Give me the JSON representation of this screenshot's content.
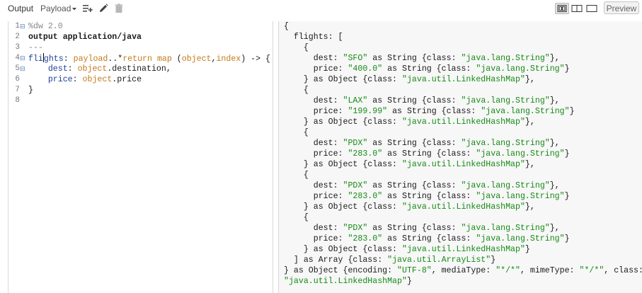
{
  "toolbar": {
    "output_label": "Output",
    "payload_label": "Payload",
    "preview_label": "Preview",
    "icons": [
      "caret-down-icon",
      "add-list-icon",
      "pencil-icon",
      "trash-icon",
      "layout-split-icon",
      "layout-columns-icon",
      "layout-single-icon"
    ]
  },
  "editor": {
    "lines": [
      {
        "num": "1",
        "fold": true,
        "parts": [
          {
            "t": "%dw 2.0",
            "c": "kw-comment"
          }
        ]
      },
      {
        "num": "2",
        "fold": false,
        "parts": [
          {
            "t": "output application/java",
            "c": "kw-dark"
          }
        ]
      },
      {
        "num": "3",
        "fold": false,
        "parts": [
          {
            "t": "---",
            "c": "kw-comment"
          }
        ]
      },
      {
        "num": "4",
        "fold": true,
        "parts": [
          {
            "t": "fli",
            "c": "kw-key"
          },
          {
            "t": "ghts",
            "c": "kw-key"
          },
          {
            "t": ": ",
            "c": "kw-plain"
          },
          {
            "t": "payload",
            "c": "kw-fn"
          },
          {
            "t": "..*",
            "c": "kw-plain"
          },
          {
            "t": "return",
            "c": "kw-fn"
          },
          {
            "t": " ",
            "c": "kw-plain"
          },
          {
            "t": "map",
            "c": "kw-fn"
          },
          {
            "t": " (",
            "c": "kw-plain"
          },
          {
            "t": "object",
            "c": "kw-fn"
          },
          {
            "t": ",",
            "c": "kw-plain"
          },
          {
            "t": "index",
            "c": "kw-fn"
          },
          {
            "t": ") -> {",
            "c": "kw-plain"
          }
        ]
      },
      {
        "num": "5",
        "fold": true,
        "parts": [
          {
            "t": "    dest",
            "c": "kw-key"
          },
          {
            "t": ": ",
            "c": "kw-plain"
          },
          {
            "t": "object",
            "c": "kw-fn"
          },
          {
            "t": ".destination,",
            "c": "kw-plain"
          }
        ]
      },
      {
        "num": "6",
        "fold": false,
        "parts": [
          {
            "t": "    price",
            "c": "kw-key"
          },
          {
            "t": ": ",
            "c": "kw-plain"
          },
          {
            "t": "object",
            "c": "kw-fn"
          },
          {
            "t": ".price",
            "c": "kw-plain"
          }
        ]
      },
      {
        "num": "7",
        "fold": false,
        "parts": [
          {
            "t": "}",
            "c": "kw-plain"
          }
        ]
      },
      {
        "num": "8",
        "fold": false,
        "parts": []
      }
    ]
  },
  "output": {
    "lines": [
      [
        {
          "t": "{",
          "c": "kw-plain"
        }
      ],
      [
        {
          "t": "  flights: [",
          "c": "kw-plain"
        }
      ],
      [
        {
          "t": "    {",
          "c": "kw-plain"
        }
      ],
      [
        {
          "t": "      dest: ",
          "c": "kw-plain"
        },
        {
          "t": "\"SFO\"",
          "c": "kw-str"
        },
        {
          "t": " as String {class: ",
          "c": "kw-plain"
        },
        {
          "t": "\"java.lang.String\"",
          "c": "kw-str"
        },
        {
          "t": "},",
          "c": "kw-plain"
        }
      ],
      [
        {
          "t": "      price: ",
          "c": "kw-plain"
        },
        {
          "t": "\"400.0\"",
          "c": "kw-str"
        },
        {
          "t": " as String {class: ",
          "c": "kw-plain"
        },
        {
          "t": "\"java.lang.String\"",
          "c": "kw-str"
        },
        {
          "t": "}",
          "c": "kw-plain"
        }
      ],
      [
        {
          "t": "    } as Object {class: ",
          "c": "kw-plain"
        },
        {
          "t": "\"java.util.LinkedHashMap\"",
          "c": "kw-str"
        },
        {
          "t": "},",
          "c": "kw-plain"
        }
      ],
      [
        {
          "t": "    {",
          "c": "kw-plain"
        }
      ],
      [
        {
          "t": "      dest: ",
          "c": "kw-plain"
        },
        {
          "t": "\"LAX\"",
          "c": "kw-str"
        },
        {
          "t": " as String {class: ",
          "c": "kw-plain"
        },
        {
          "t": "\"java.lang.String\"",
          "c": "kw-str"
        },
        {
          "t": "},",
          "c": "kw-plain"
        }
      ],
      [
        {
          "t": "      price: ",
          "c": "kw-plain"
        },
        {
          "t": "\"199.99\"",
          "c": "kw-str"
        },
        {
          "t": " as String {class: ",
          "c": "kw-plain"
        },
        {
          "t": "\"java.lang.String\"",
          "c": "kw-str"
        },
        {
          "t": "}",
          "c": "kw-plain"
        }
      ],
      [
        {
          "t": "    } as Object {class: ",
          "c": "kw-plain"
        },
        {
          "t": "\"java.util.LinkedHashMap\"",
          "c": "kw-str"
        },
        {
          "t": "},",
          "c": "kw-plain"
        }
      ],
      [
        {
          "t": "    {",
          "c": "kw-plain"
        }
      ],
      [
        {
          "t": "      dest: ",
          "c": "kw-plain"
        },
        {
          "t": "\"PDX\"",
          "c": "kw-str"
        },
        {
          "t": " as String {class: ",
          "c": "kw-plain"
        },
        {
          "t": "\"java.lang.String\"",
          "c": "kw-str"
        },
        {
          "t": "},",
          "c": "kw-plain"
        }
      ],
      [
        {
          "t": "      price: ",
          "c": "kw-plain"
        },
        {
          "t": "\"283.0\"",
          "c": "kw-str"
        },
        {
          "t": " as String {class: ",
          "c": "kw-plain"
        },
        {
          "t": "\"java.lang.String\"",
          "c": "kw-str"
        },
        {
          "t": "}",
          "c": "kw-plain"
        }
      ],
      [
        {
          "t": "    } as Object {class: ",
          "c": "kw-plain"
        },
        {
          "t": "\"java.util.LinkedHashMap\"",
          "c": "kw-str"
        },
        {
          "t": "},",
          "c": "kw-plain"
        }
      ],
      [
        {
          "t": "    {",
          "c": "kw-plain"
        }
      ],
      [
        {
          "t": "      dest: ",
          "c": "kw-plain"
        },
        {
          "t": "\"PDX\"",
          "c": "kw-str"
        },
        {
          "t": " as String {class: ",
          "c": "kw-plain"
        },
        {
          "t": "\"java.lang.String\"",
          "c": "kw-str"
        },
        {
          "t": "},",
          "c": "kw-plain"
        }
      ],
      [
        {
          "t": "      price: ",
          "c": "kw-plain"
        },
        {
          "t": "\"283.0\"",
          "c": "kw-str"
        },
        {
          "t": " as String {class: ",
          "c": "kw-plain"
        },
        {
          "t": "\"java.lang.String\"",
          "c": "kw-str"
        },
        {
          "t": "}",
          "c": "kw-plain"
        }
      ],
      [
        {
          "t": "    } as Object {class: ",
          "c": "kw-plain"
        },
        {
          "t": "\"java.util.LinkedHashMap\"",
          "c": "kw-str"
        },
        {
          "t": "},",
          "c": "kw-plain"
        }
      ],
      [
        {
          "t": "    {",
          "c": "kw-plain"
        }
      ],
      [
        {
          "t": "      dest: ",
          "c": "kw-plain"
        },
        {
          "t": "\"PDX\"",
          "c": "kw-str"
        },
        {
          "t": " as String {class: ",
          "c": "kw-plain"
        },
        {
          "t": "\"java.lang.String\"",
          "c": "kw-str"
        },
        {
          "t": "},",
          "c": "kw-plain"
        }
      ],
      [
        {
          "t": "      price: ",
          "c": "kw-plain"
        },
        {
          "t": "\"283.0\"",
          "c": "kw-str"
        },
        {
          "t": " as String {class: ",
          "c": "kw-plain"
        },
        {
          "t": "\"java.lang.String\"",
          "c": "kw-str"
        },
        {
          "t": "}",
          "c": "kw-plain"
        }
      ],
      [
        {
          "t": "    } as Object {class: ",
          "c": "kw-plain"
        },
        {
          "t": "\"java.util.LinkedHashMap\"",
          "c": "kw-str"
        },
        {
          "t": "}",
          "c": "kw-plain"
        }
      ],
      [
        {
          "t": "  ] as Array {class: ",
          "c": "kw-plain"
        },
        {
          "t": "\"java.util.ArrayList\"",
          "c": "kw-str"
        },
        {
          "t": "}",
          "c": "kw-plain"
        }
      ],
      [
        {
          "t": "} as Object {encoding: ",
          "c": "kw-plain"
        },
        {
          "t": "\"UTF-8\"",
          "c": "kw-str"
        },
        {
          "t": ", mediaType: ",
          "c": "kw-plain"
        },
        {
          "t": "\"*/*\"",
          "c": "kw-str"
        },
        {
          "t": ", mimeType: ",
          "c": "kw-plain"
        },
        {
          "t": "\"*/*\"",
          "c": "kw-str"
        },
        {
          "t": ", class:",
          "c": "kw-plain"
        }
      ],
      [
        {
          "t": "\"java.util.LinkedHashMap\"",
          "c": "kw-str"
        },
        {
          "t": "}",
          "c": "kw-plain"
        }
      ]
    ]
  },
  "colors": {
    "string": "#168a16",
    "key": "#1f3f9a",
    "function": "#c57a1a",
    "comment": "#8a8a8a",
    "output_bg": "#f7f7f7"
  }
}
